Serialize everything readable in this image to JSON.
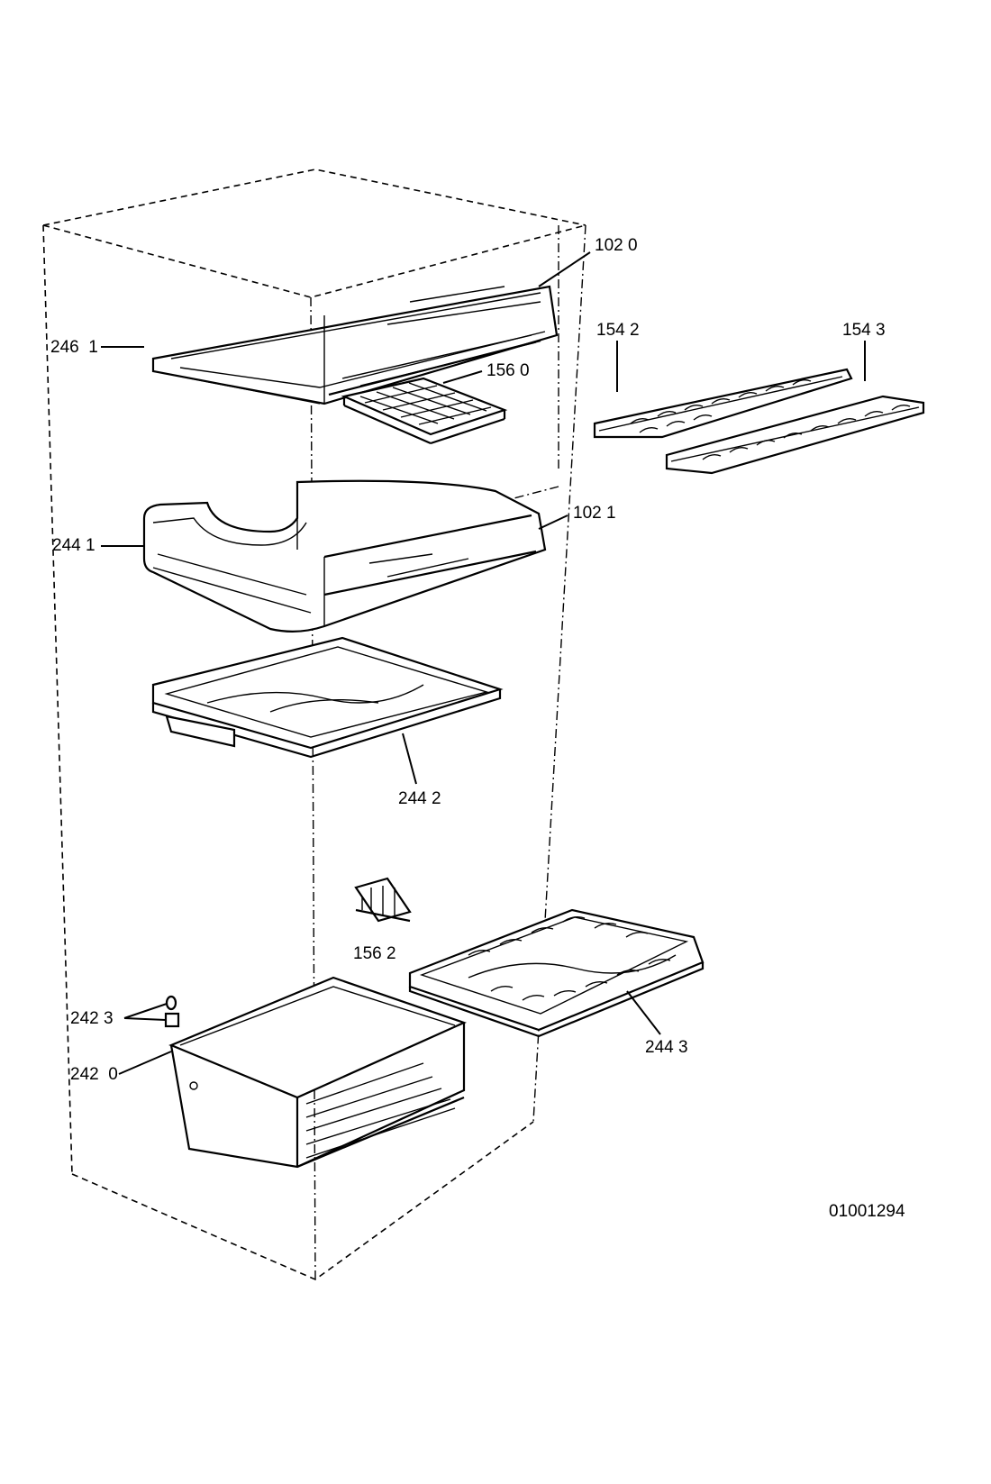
{
  "diagram": {
    "labels": {
      "part_102_0": "102 0",
      "part_246_1": "246  1",
      "part_156_0": "156 0",
      "part_154_2": "154 2",
      "part_154_3": "154 3",
      "part_244_1": "244 1",
      "part_102_1": "102 1",
      "part_244_2": "244 2",
      "part_156_2": "156 2",
      "part_242_3": "242 3",
      "part_242_0": "242  0",
      "part_244_3": "244 3"
    },
    "drawing_number": "01001294"
  }
}
